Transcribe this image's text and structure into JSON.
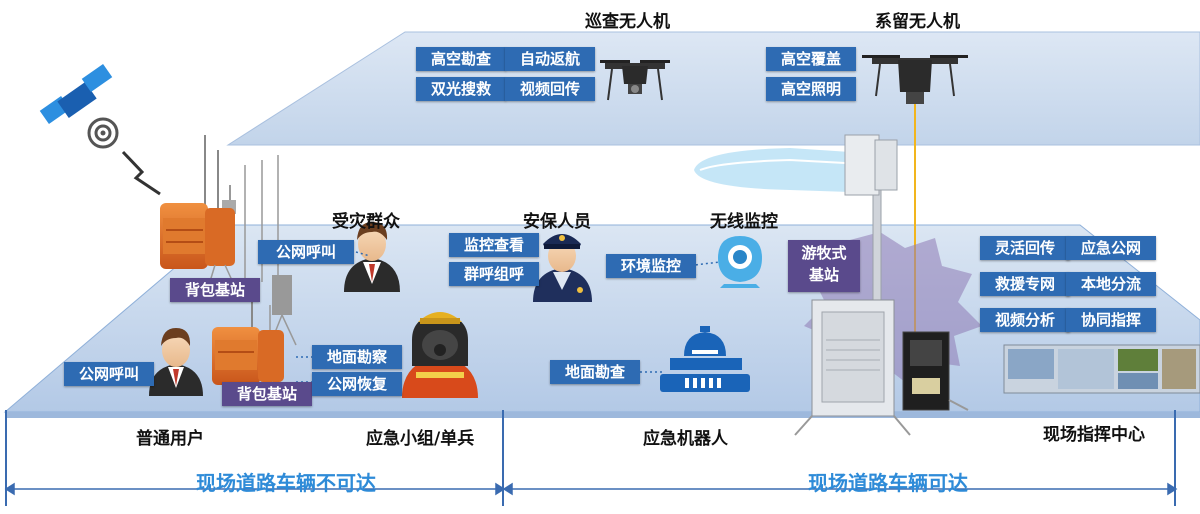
{
  "layers": {
    "top_titles": [
      "巡查无人机",
      "系留无人机"
    ],
    "patrol_drone_tags": [
      "高空勘查",
      "自动返航",
      "双光搜救",
      "视频回传"
    ],
    "tethered_drone_tags": [
      "高空覆盖",
      "高空照明"
    ],
    "middle_titles": [
      "受灾群众",
      "安保人员",
      "无线监控"
    ],
    "public_call_1": "公网呼叫",
    "backpack_station_1": "背包基站",
    "security_tags": [
      "监控查看",
      "群呼组呼"
    ],
    "env_monitor": "环境监控",
    "mobile_station": "游牧式\n基站",
    "command_tags": [
      "灵活回传",
      "应急公网",
      "救援专网",
      "本地分流",
      "视频分析",
      "协同指挥"
    ],
    "public_call_2": "公网呼叫",
    "backpack_station_2": "背包基站",
    "ground_tags": [
      "地面勘察",
      "公网恢复"
    ],
    "robot_tag": "地面勘查"
  },
  "bottom": {
    "labels": [
      "普通用户",
      "应急小组/单兵",
      "应急机器人",
      "现场指挥中心"
    ],
    "left_span": "现场道路车辆不可达",
    "right_span": "现场道路车辆可达"
  },
  "icons": [
    "satellite-icon",
    "patrol-drone-icon",
    "tethered-drone-icon",
    "backpack-station-icon",
    "user-icon",
    "police-icon",
    "webcam-icon",
    "firefighter-icon",
    "robot-icon",
    "base-station-cabinet-icon",
    "command-screens-icon"
  ]
}
